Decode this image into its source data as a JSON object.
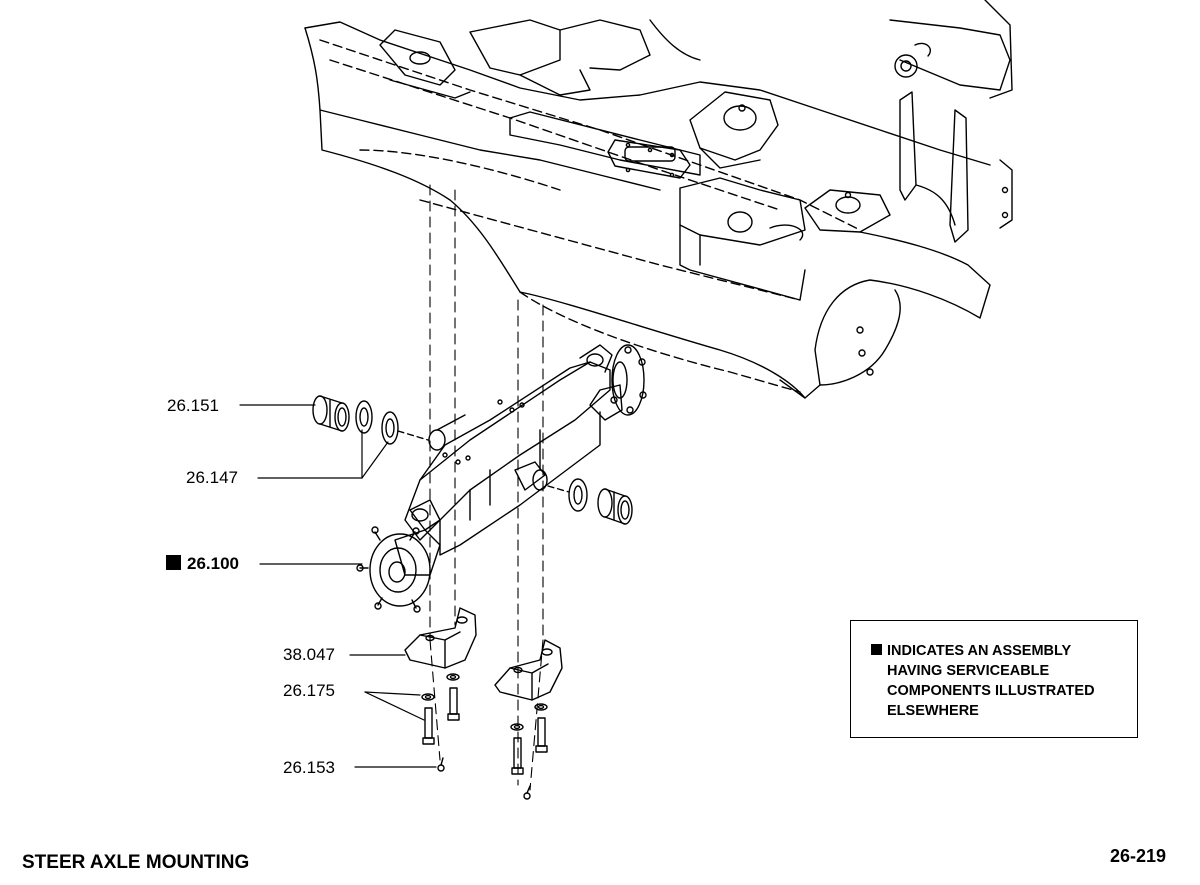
{
  "callouts": {
    "c26151": "26.151",
    "c26147": "26.147",
    "c26100": "26.100",
    "c38047": "38.047",
    "c26175": "26.175",
    "c26153": "26.153"
  },
  "note": {
    "line1": "INDICATES AN ASSEMBLY",
    "line2": "HAVING SERVICEABLE",
    "line3": "COMPONENTS ILLUSTRATED",
    "line4": "ELSEWHERE"
  },
  "footer": {
    "title": "STEER AXLE MOUNTING",
    "page_number": "26-219"
  },
  "colors": {
    "ink": "#000000",
    "paper": "#ffffff"
  }
}
